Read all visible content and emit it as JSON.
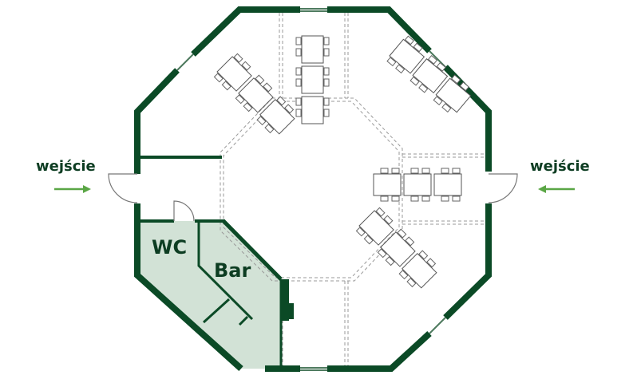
{
  "entrance_left": {
    "label": "wejście"
  },
  "entrance_right": {
    "label": "wejście"
  },
  "rooms": {
    "wc": "WC",
    "bar": "Bar"
  },
  "colors": {
    "wall": "#0b4a26",
    "room_fill": "#d2e2d6",
    "arrow": "#5aa645",
    "dashed": "#9a9a9a"
  }
}
